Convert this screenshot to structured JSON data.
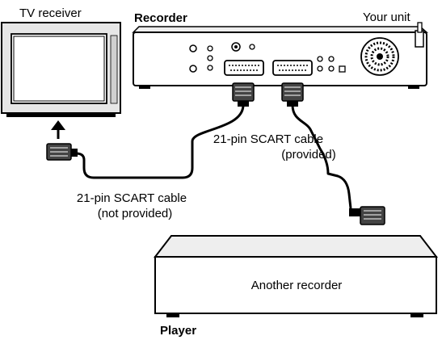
{
  "labels": {
    "tv_receiver": "TV receiver",
    "recorder": "Recorder",
    "your_unit": "Your unit",
    "cable_provided_line1": "21-pin SCART cable",
    "cable_provided_line2": "(provided)",
    "cable_not_provided_line1": "21-pin SCART cable",
    "cable_not_provided_line2": "(not provided)",
    "another_recorder": "Another recorder",
    "player": "Player"
  }
}
